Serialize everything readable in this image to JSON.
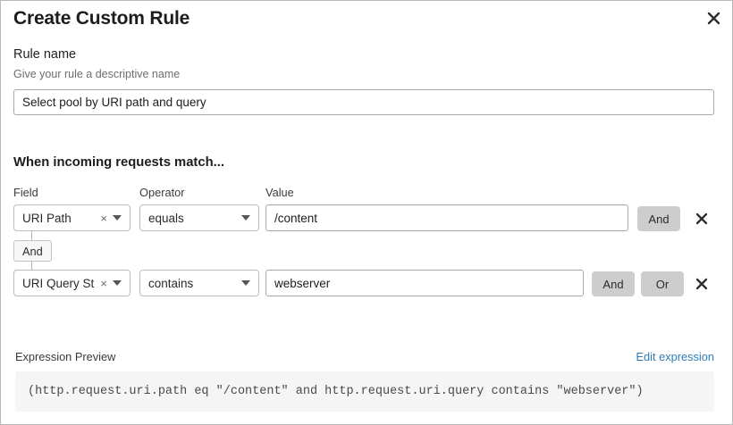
{
  "dialog": {
    "title": "Create Custom Rule",
    "close_icon": "close-icon"
  },
  "rule_name": {
    "label": "Rule name",
    "help_text": "Give your rule a descriptive name",
    "value": "Select pool by URI path and query"
  },
  "match_section": {
    "heading": "When incoming requests match...",
    "column_labels": {
      "field": "Field",
      "operator": "Operator",
      "value": "Value"
    },
    "connector": {
      "label": "And"
    },
    "rows": [
      {
        "field": "URI Path",
        "field_clear_icon": "clear-icon",
        "field_caret_icon": "chevron-down-icon",
        "operator": "equals",
        "operator_caret_icon": "chevron-down-icon",
        "value": "/content",
        "and_label": "And",
        "delete_icon": "close-icon"
      },
      {
        "field": "URI Query St...",
        "field_clear_icon": "clear-icon",
        "field_caret_icon": "chevron-down-icon",
        "operator": "contains",
        "operator_caret_icon": "chevron-down-icon",
        "value": "webserver",
        "and_label": "And",
        "or_label": "Or",
        "delete_icon": "close-icon"
      }
    ]
  },
  "expression_preview": {
    "label": "Expression Preview",
    "edit_link": "Edit expression",
    "expression": "(http.request.uri.path eq \"/content\" and http.request.uri.query contains \"webserver\")"
  },
  "colors": {
    "accent_link": "#2c7cb8",
    "button_gray": "#cdcdcd",
    "panel_gray": "#f5f5f5"
  }
}
